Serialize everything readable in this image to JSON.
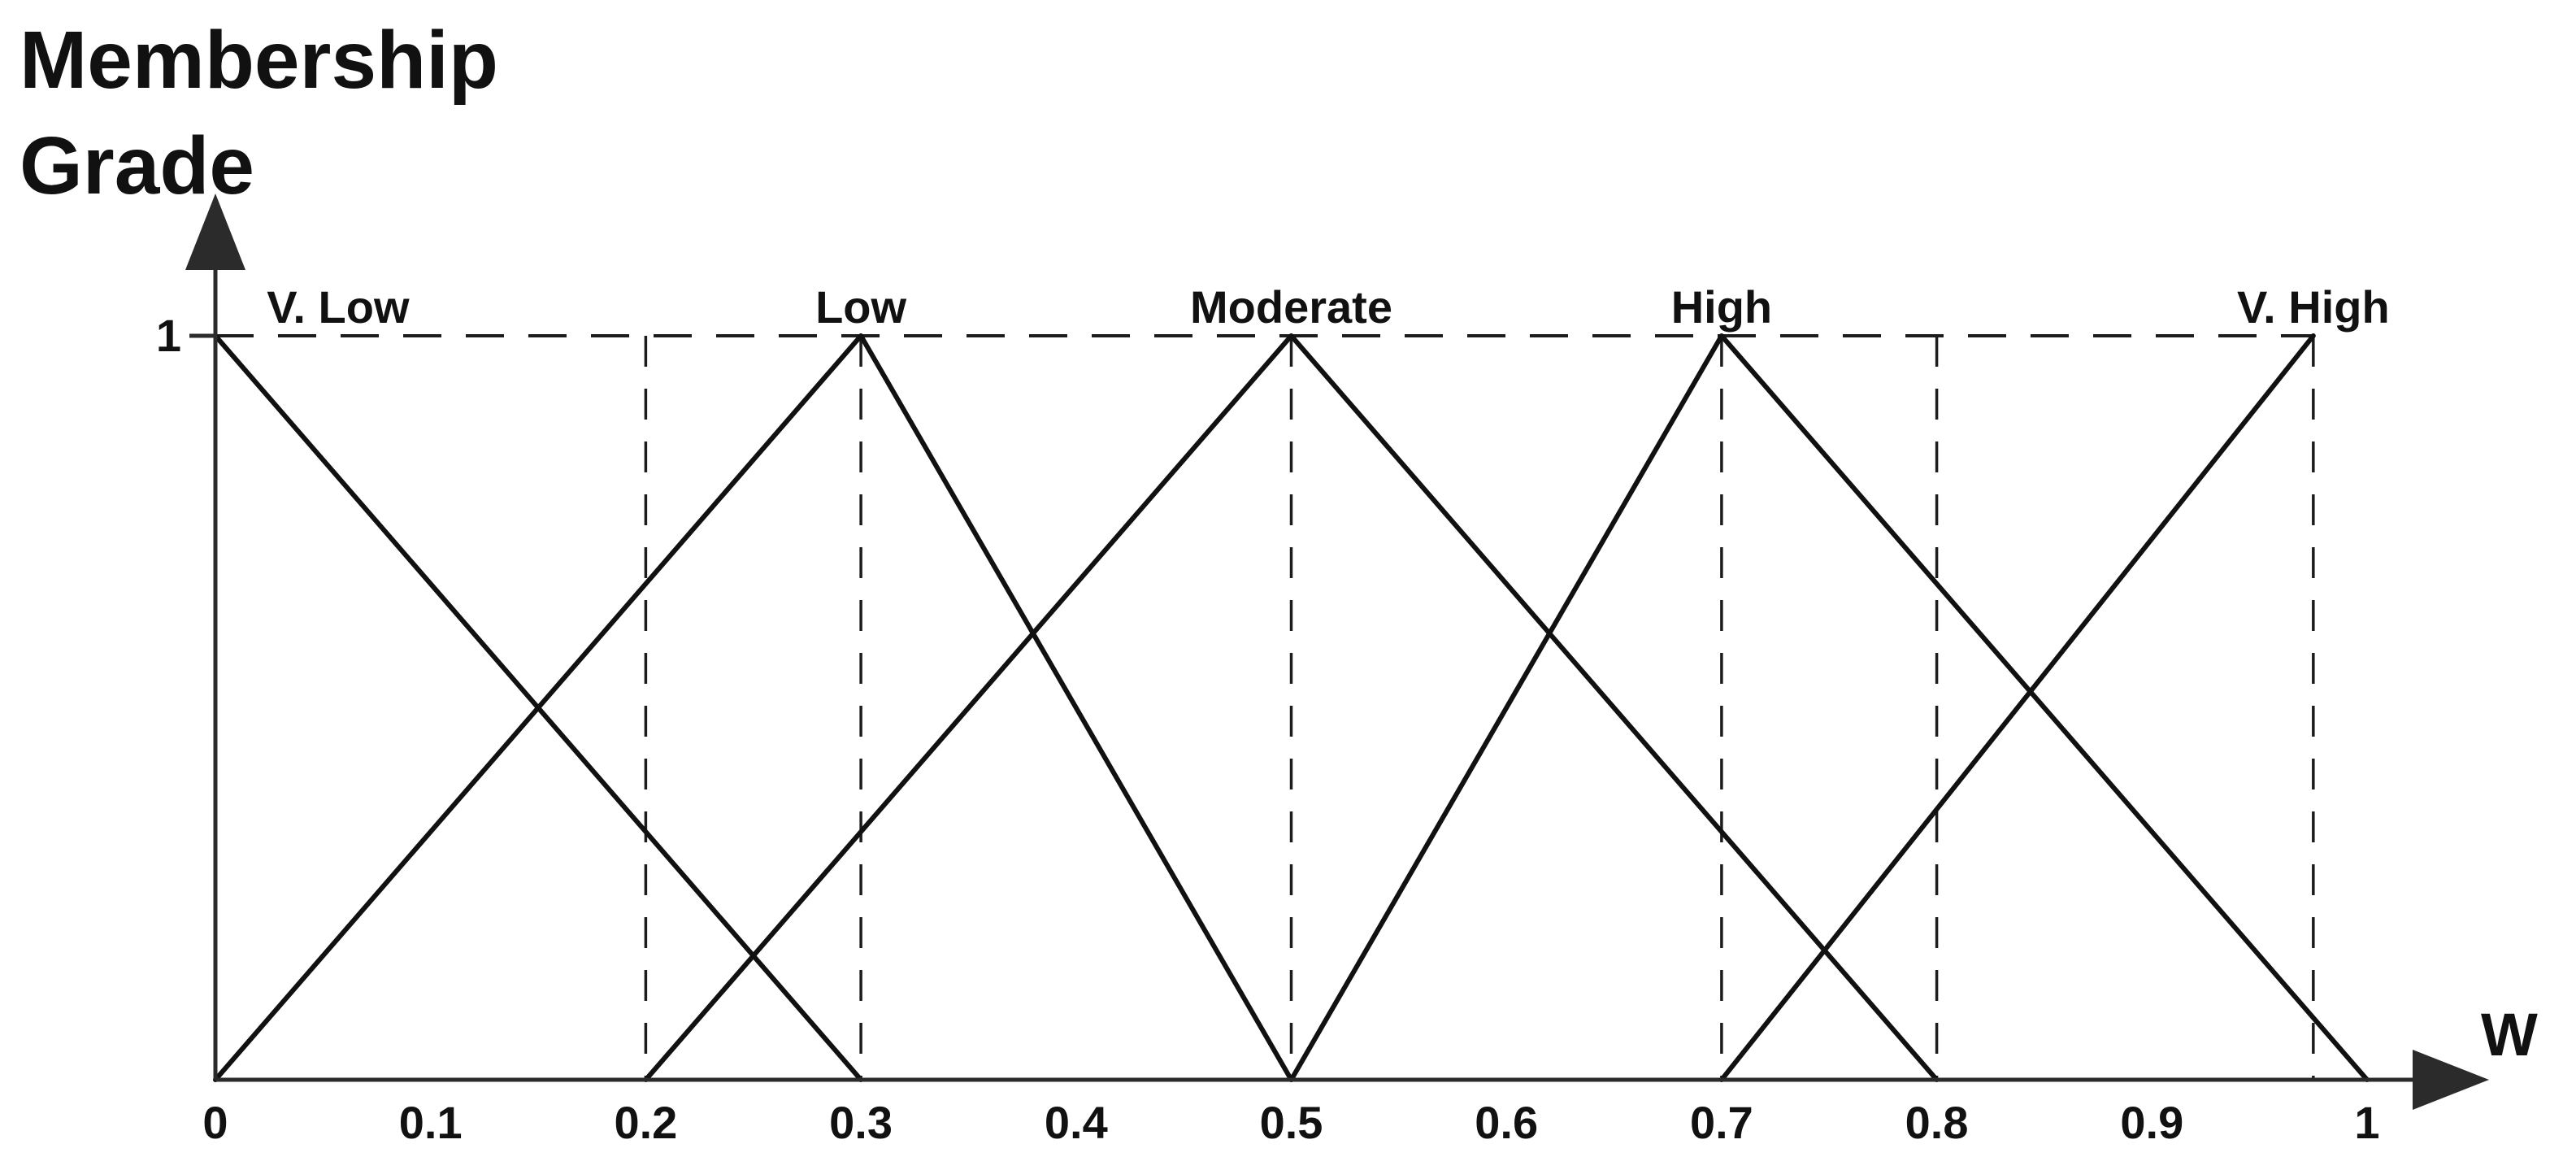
{
  "figure": {
    "background": "#ffffff"
  },
  "chart_data": {
    "type": "line",
    "title": "",
    "xlabel": "W",
    "ylabel_lines": [
      "Membership",
      "Grade"
    ],
    "xlim": [
      0,
      1
    ],
    "ylim": [
      0,
      1
    ],
    "grid": false,
    "legend_position": "labels-above-peaks",
    "x_ticks": [
      {
        "value": 0,
        "label": "0"
      },
      {
        "value": 0.1,
        "label": "0.1"
      },
      {
        "value": 0.2,
        "label": "0.2"
      },
      {
        "value": 0.3,
        "label": "0.3"
      },
      {
        "value": 0.4,
        "label": "0.4"
      },
      {
        "value": 0.5,
        "label": "0.5"
      },
      {
        "value": 0.6,
        "label": "0.6"
      },
      {
        "value": 0.7,
        "label": "0.7"
      },
      {
        "value": 0.8,
        "label": "0.8"
      },
      {
        "value": 0.9,
        "label": "0.9"
      },
      {
        "value": 1,
        "label": "1"
      }
    ],
    "y_ticks": [
      {
        "value": 1,
        "label": "1"
      }
    ],
    "series": [
      {
        "name": "V. Low",
        "label_x": 0.057,
        "points": [
          [
            0,
            1
          ],
          [
            0.3,
            0
          ]
        ]
      },
      {
        "name": "Low",
        "label_x": 0.3,
        "points": [
          [
            0,
            0
          ],
          [
            0.3,
            1
          ],
          [
            0.5,
            0
          ]
        ]
      },
      {
        "name": "Moderate",
        "label_x": 0.5,
        "points": [
          [
            0.2,
            0
          ],
          [
            0.5,
            1
          ],
          [
            0.8,
            0
          ]
        ]
      },
      {
        "name": "High",
        "label_x": 0.7,
        "points": [
          [
            0.5,
            0
          ],
          [
            0.7,
            1
          ],
          [
            1,
            0
          ]
        ]
      },
      {
        "name": "V. High",
        "label_x": 0.975,
        "points": [
          [
            0.7,
            0
          ],
          [
            0.975,
            1
          ]
        ]
      }
    ],
    "guides": {
      "horizontal": [
        {
          "y": 1,
          "x_from": 0,
          "x_to": 0.975
        }
      ],
      "vertical": [
        {
          "x": 0.2
        },
        {
          "x": 0.3
        },
        {
          "x": 0.5
        },
        {
          "x": 0.7
        },
        {
          "x": 0.8
        },
        {
          "x": 0.975
        }
      ]
    },
    "colors": {
      "line": "#111111",
      "axis": "#2b2b2b",
      "dashed": "#1c1c1c",
      "text": "#111111",
      "background": "#ffffff"
    }
  }
}
